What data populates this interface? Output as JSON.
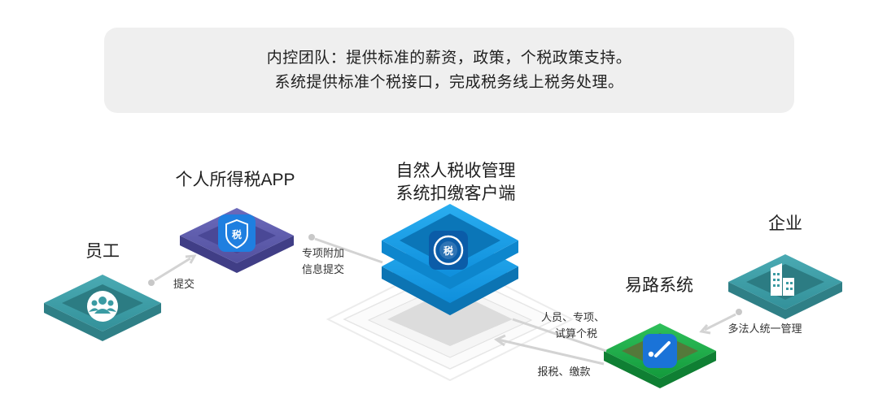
{
  "banner": {
    "line1": "内控团队：提供标准的薪资，政策，个税政策支持。",
    "line2": "系统提供标准个税接口，完成税务线上税务处理。"
  },
  "nodes": {
    "employee": {
      "label": "员工",
      "icon": "people-icon",
      "color": "#3a9ba3"
    },
    "tax_app": {
      "label": "个人所得税APP",
      "icon": "shield-tax-icon",
      "icon_text": "税",
      "color": "#5a58a8"
    },
    "tax_client": {
      "label_line1": "自然人税收管理",
      "label_line2": "系统扣缴客户端",
      "icon": "tax-circle-icon",
      "icon_text": "税",
      "color": "#1a9ce6"
    },
    "yilu": {
      "label": "易路系统",
      "icon": "yilu-logo-icon",
      "color": "#1aa845"
    },
    "company": {
      "label": "企业",
      "icon": "building-icon",
      "color": "#3a9ba3"
    }
  },
  "edges": {
    "submit": "提交",
    "special_line1": "专项附加",
    "special_line2": "信息提交",
    "personnel_line1": "人员、专项、",
    "personnel_line2": "试算个税",
    "declare": "报税、缴款",
    "multi_entity": "多法人统一管理"
  }
}
